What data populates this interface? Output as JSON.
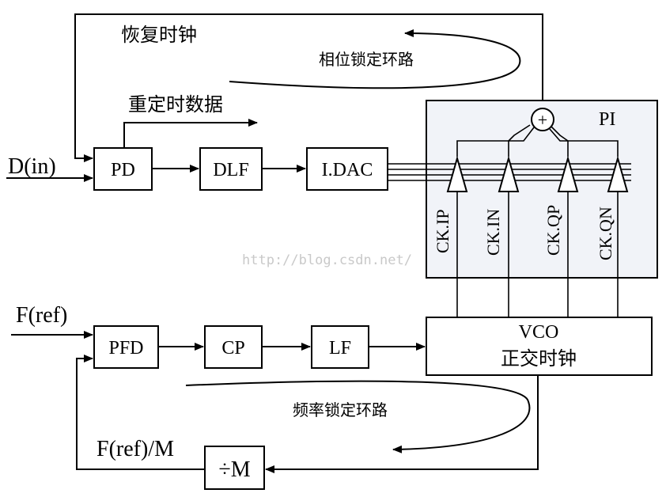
{
  "diagram": {
    "labels": {
      "recovered_clock": "恢复时钟",
      "phase_lock_loop": "相位锁定环路",
      "retimed_data": "重定时数据",
      "data_in": "D(in)",
      "pi": "PI",
      "plus": "+",
      "ref_in": "F(ref)",
      "freq_lock_loop": "频率锁定环路",
      "ref_div": "F(ref)/M"
    },
    "blocks": {
      "pd": "PD",
      "dlf": "DLF",
      "idac": "I.DAC",
      "pfd": "PFD",
      "cp": "CP",
      "lf": "LF",
      "vco_line1": "VCO",
      "vco_line2": "正交时钟",
      "divider": "÷M"
    },
    "clocks": [
      "CK.IP",
      "CK.IN",
      "CK.QP",
      "CK.QN"
    ],
    "watermark": "http://blog.csdn.net/"
  },
  "colors": {
    "line": "#000000",
    "pi_fill": "#f1f3f8",
    "block_fill": "#ffffff",
    "watermark": "#c9c9c9"
  }
}
